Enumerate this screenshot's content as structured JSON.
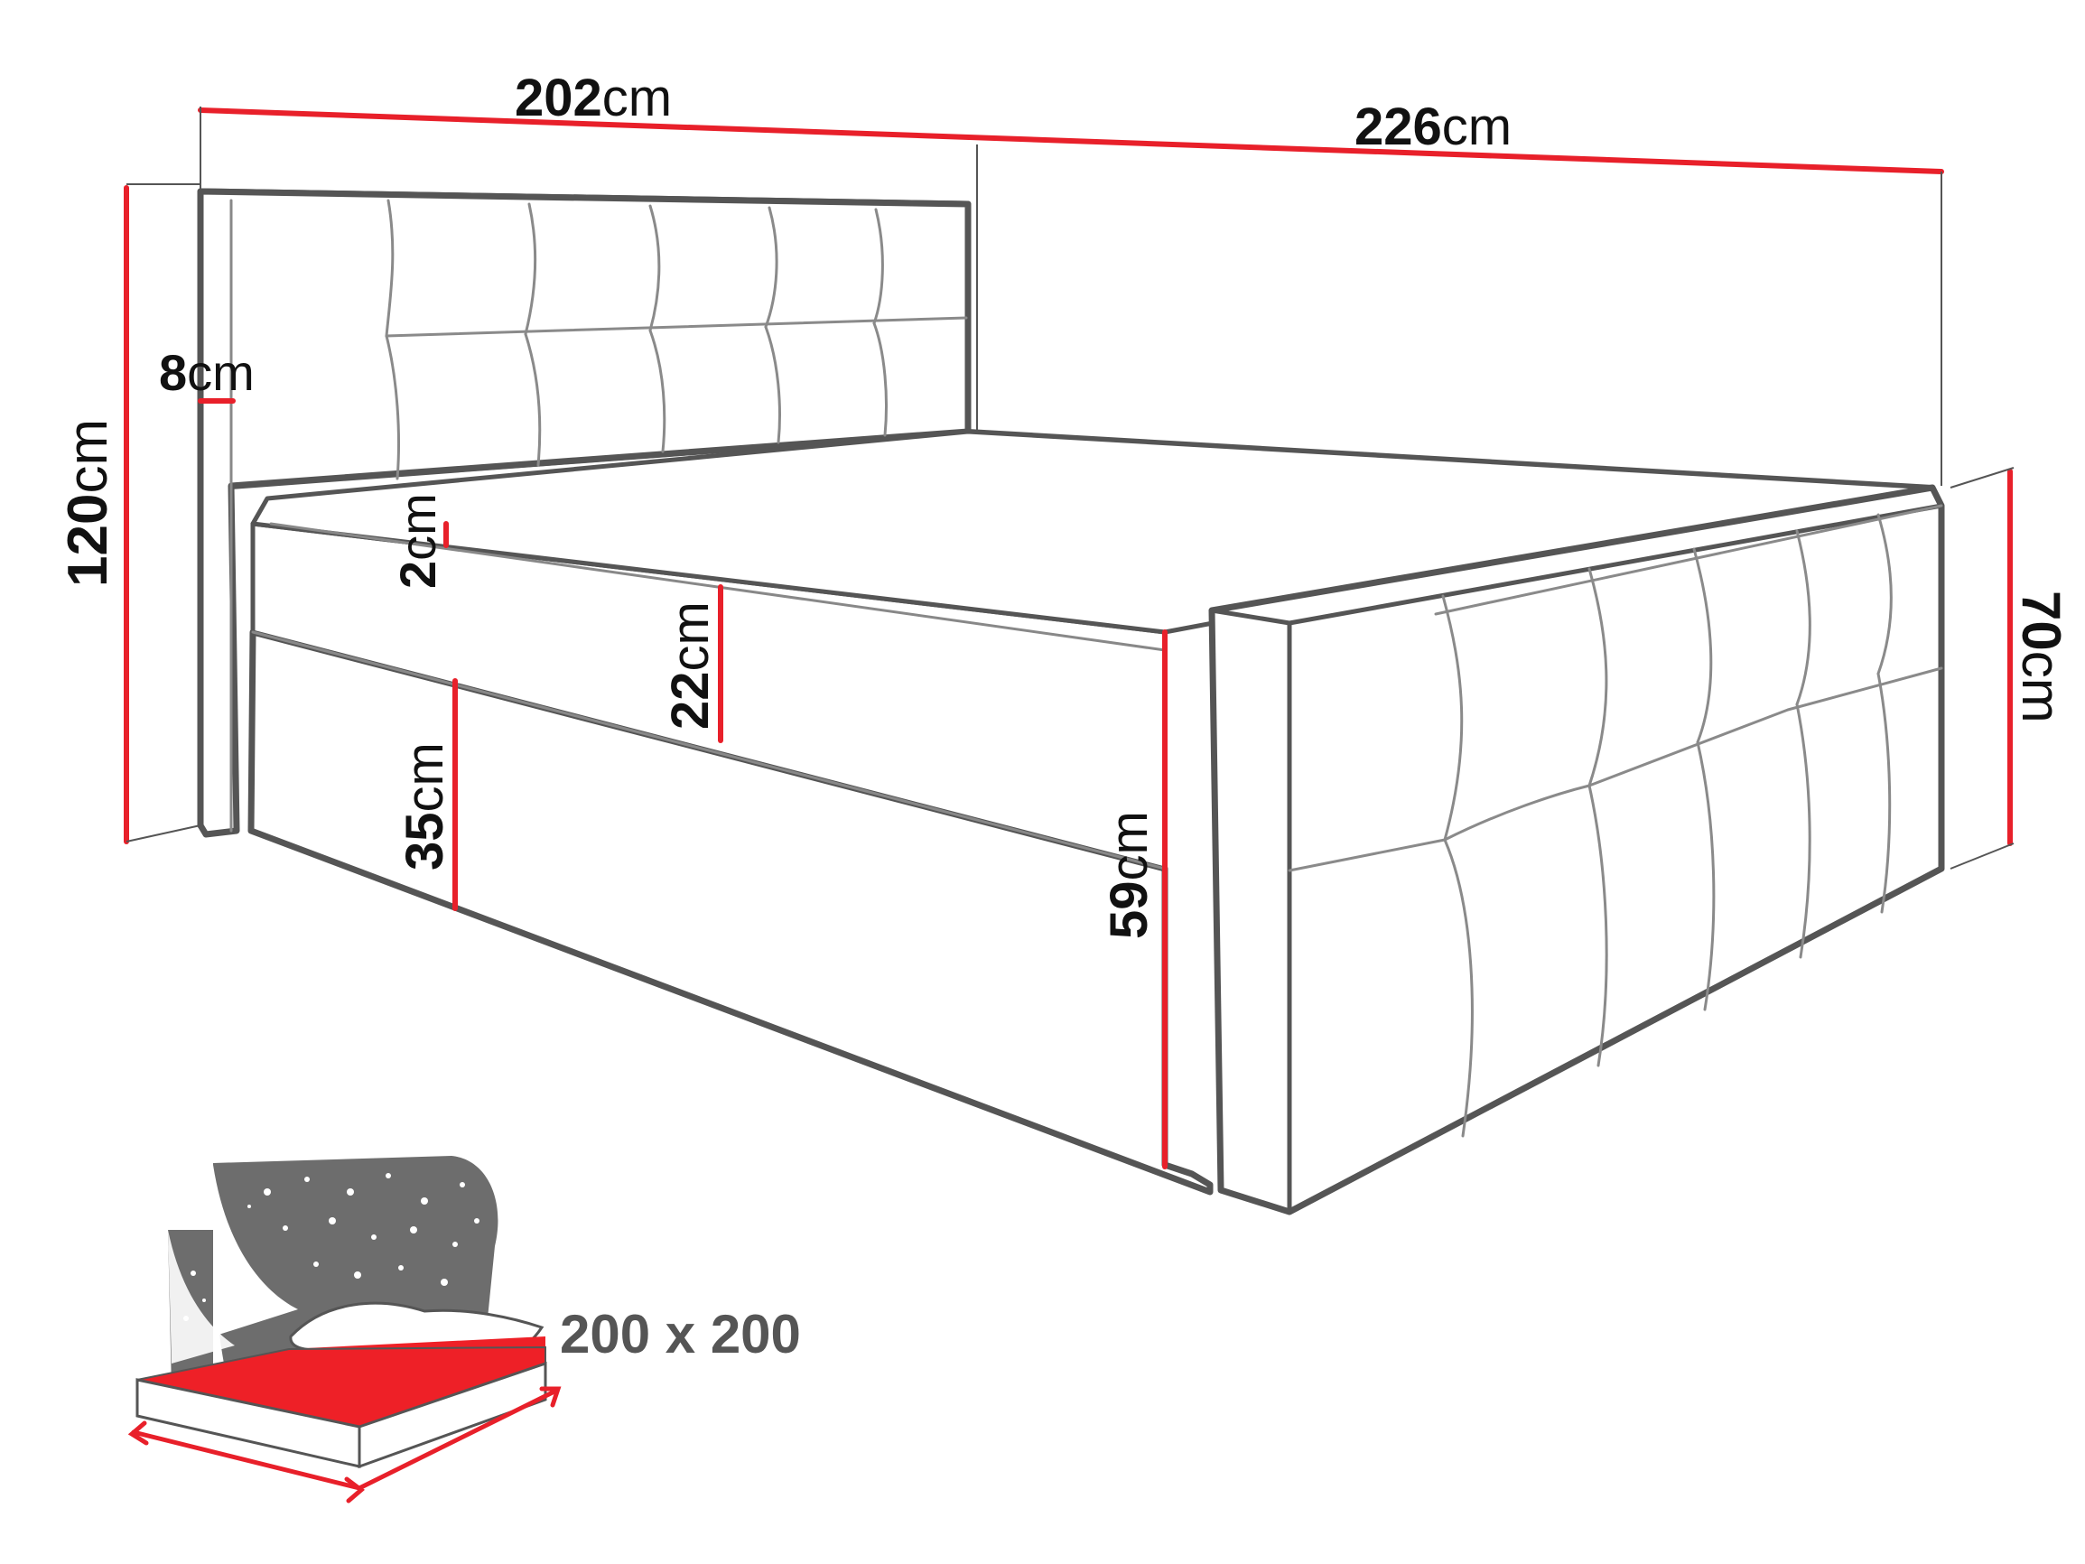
{
  "colors": {
    "dimension_line": "#e8202a",
    "outline": "#555555",
    "fill": "#ffffff",
    "stars_panel": "#6d6d6d",
    "mattress_top": "#ee2027"
  },
  "dimensions": {
    "width": {
      "value": "202",
      "unit": "cm"
    },
    "length": {
      "value": "226",
      "unit": "cm"
    },
    "headboard_height": {
      "value": "120",
      "unit": "cm"
    },
    "headboard_depth": {
      "value": "8",
      "unit": "cm"
    },
    "topper": {
      "value": "2",
      "unit": "cm"
    },
    "mattress": {
      "value": "22",
      "unit": "cm"
    },
    "base": {
      "value": "35",
      "unit": "cm"
    },
    "sleep_height": {
      "value": "59",
      "unit": "cm"
    },
    "footboard_height": {
      "value": "70",
      "unit": "cm"
    }
  },
  "mattress_size_label": "200 x 200",
  "icons": [
    "bed-drawing",
    "mattress-size-icon",
    "stars-icon",
    "pillow-icon"
  ]
}
